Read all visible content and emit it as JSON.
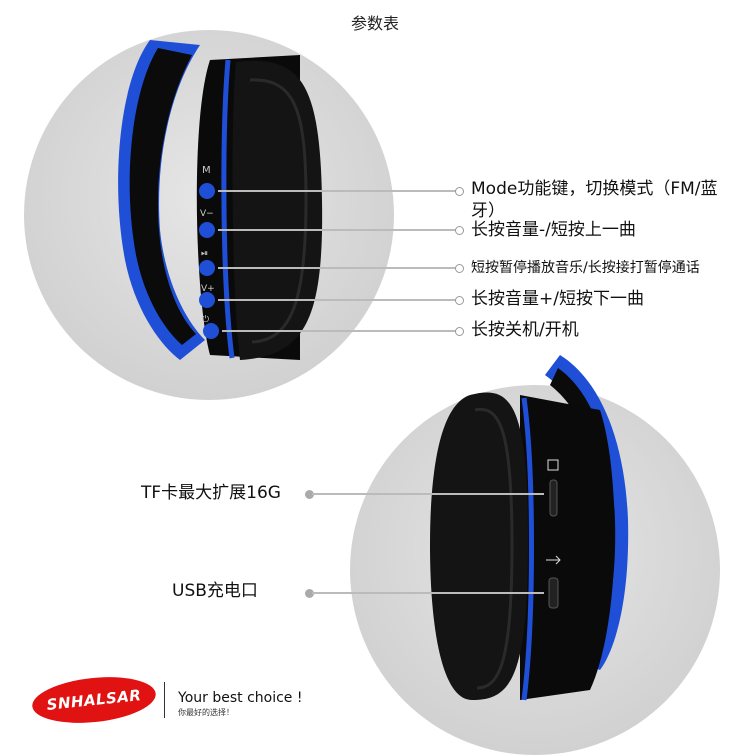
{
  "title": "参数表",
  "buttons": [
    {
      "symbol": "M",
      "label": "Mode功能键，切换模式（FM/蓝牙）"
    },
    {
      "symbol": "V−",
      "label": "长按音量-/短按上一曲"
    },
    {
      "symbol": "⏯",
      "label": "短按暂停播放音乐/长按接打暂停通话"
    },
    {
      "symbol": "V+",
      "label": "长按音量+/短按下一曲"
    },
    {
      "symbol": "⏻",
      "label": "长按关机/开机"
    }
  ],
  "ports": [
    {
      "label": "TF卡最大扩展16G"
    },
    {
      "label": "USB充电口"
    }
  ],
  "brand": {
    "name": "SNHALSAR",
    "slogan": "Your best choice !",
    "slogan_cn": "你最好的选择！"
  },
  "colors": {
    "accent_blue": "#1f4fd6",
    "logo_red": "#e01212"
  }
}
